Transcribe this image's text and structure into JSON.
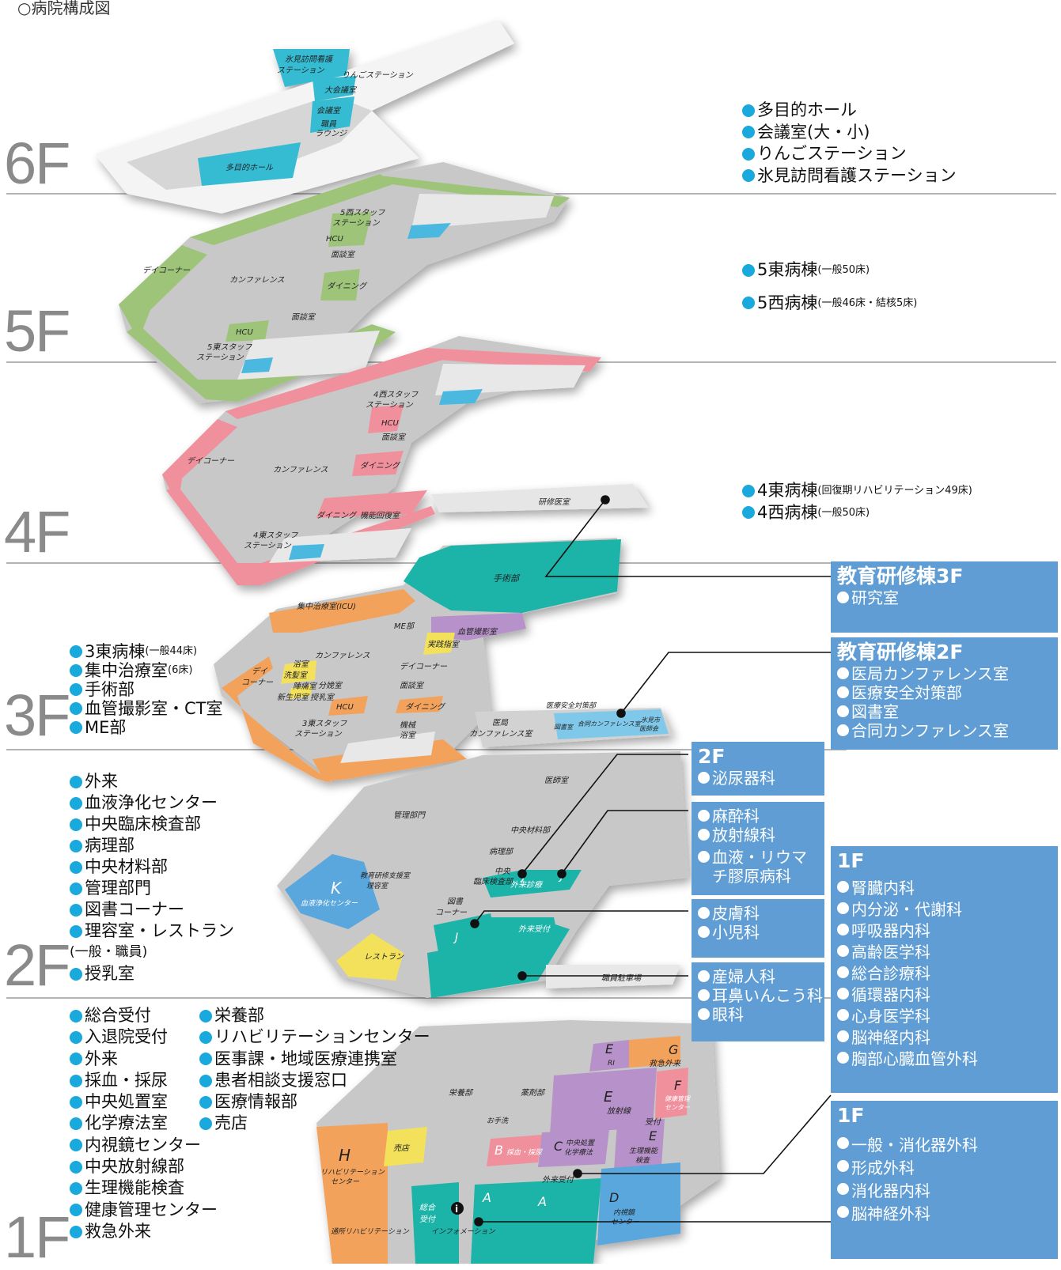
{
  "title": "○病院構成図",
  "floor_labels": {
    "f6": "6F",
    "f5": "5F",
    "f4": "4F",
    "f3": "3F",
    "f2": "2F",
    "f1": "1F"
  },
  "map_labels": {
    "f6_hikimi": "氷見訪問看護",
    "f6_hikimi2": "ステーション",
    "f6_ringo": "りんごステーション",
    "f6_daikaigi": "大会議室",
    "f6_kaigi": "会議室",
    "f6_lounge1": "職員",
    "f6_lounge2": "ラウンジ",
    "f6_hall": "多目的ホール",
    "f5_west_staff1": "5西スタッフ",
    "f5_west_staff2": "ステーション",
    "f5_hcu_top": "HCU",
    "f5_mendan": "面談室",
    "f5_day": "デイコーナー",
    "f5_conf": "カンファレンス",
    "f5_dining": "ダイニング",
    "f5_mendan2": "面談室",
    "f5_hcu": "HCU",
    "f5_east_staff1": "5東スタッフ",
    "f5_east_staff2": "ステーション",
    "f4_west_staff1": "4西スタッフ",
    "f4_west_staff2": "ステーション",
    "f4_hcu": "HCU",
    "f4_mendan": "面談室",
    "f4_day": "デイコーナー",
    "f4_conf": "カンファレンス",
    "f4_dining": "ダイニング",
    "f4_dining2": "ダイニング",
    "f4_kinou": "機能回復室",
    "f4_east_staff1": "4東スタッフ",
    "f4_east_staff2": "ステーション",
    "f4_kenshu": "研修医室",
    "f3_shujutsu": "手術部",
    "f3_icu": "集中治療室(ICU)",
    "f3_me": "ME部",
    "f3_kekkan": "血管撮影室",
    "f3_conf": "カンファレンス",
    "f3_yoku": "浴室",
    "f3_senmen": "洗髪室",
    "f3_day1": "デイ",
    "f3_day2": "コーナー",
    "f3_bunben": "分娩室",
    "f3_shinseiji": "新生児室",
    "f3_junyu": "授乳室",
    "f3_jintsuu": "陣痛室",
    "f3_jisshu": "実践指室",
    "f3_daycorner": "デイコーナー",
    "f3_mendan": "面談室",
    "f3_hcu": "HCU",
    "f3_dining": "ダイニング",
    "f3_staff1": "3東スタッフ",
    "f3_staff2": "ステーション",
    "f3_kikai1": "機械",
    "f3_kikai2": "浴室",
    "f3_anzen": "医療安全対策部",
    "f3_ikyoku1": "医局",
    "f3_ikyoku2": "カンファレンス室",
    "f3_tosho": "図書室",
    "f3_godo": "合同カンファレンス室",
    "f3_hikimi1": "氷見市",
    "f3_hikimi2": "医師会",
    "f2_ishi": "医師室",
    "f2_kanri": "管理部門",
    "f2_zairyo": "中央材料部",
    "f2_byouri": "病理部",
    "f2_kyoiku1": "教育研修支援室",
    "f2_kyoiku2": "理容室",
    "f2_rinsho1": "中央",
    "f2_rinsho2": "臨床検査部",
    "f2_k": "K",
    "f2_ketsueki": "血液浄化センター",
    "f2_tosho1": "図書",
    "f2_tosho2": "コーナー",
    "f2_gairai": "外来診療",
    "f2_gairai_j1": "J",
    "f2_gairai_j2": "J",
    "f2_gairai_j3": "J",
    "f2_uketsuke": "外来受付",
    "f2_restaurant": "レストラン",
    "f2_parking": "職員駐車場",
    "f1_e_top": "E",
    "f1_ri": "RI",
    "f1_g": "G",
    "f1_kyukyu": "救急外来",
    "f1_eiyou": "栄養部",
    "f1_yakuzai": "薬剤部",
    "f1_e_big": "E",
    "f1_houshasen": "放射線",
    "f1_uke": "受付",
    "f1_f": "F",
    "f1_kenko1": "健康管理",
    "f1_kenko2": "センター",
    "f1_otearai": "お手洗",
    "f1_b": "B",
    "f1_saiketsu": "採血・採尿",
    "f1_c": "C",
    "f1_chuo1": "中央処置",
    "f1_chuo2": "化学療法",
    "f1_e_small": "E",
    "f1_seiri1": "生理機能",
    "f1_seiri2": "検査",
    "f1_h": "H",
    "f1_riha1": "リハビリテーション",
    "f1_riha2": "センター",
    "f1_baiten": "売店",
    "f1_tsusho": "通所リハビリテーション",
    "f1_sogo1": "総合",
    "f1_sogo2": "受付",
    "f1_info": "インフォメーション",
    "f1_a1": "A",
    "f1_a2": "A",
    "f1_gairai_uke": "外来受付",
    "f1_d": "D",
    "f1_naishikyo1": "内視鏡",
    "f1_naishikyo2": "センター"
  },
  "lists": {
    "f6": [
      {
        "text": "多目的ホール"
      },
      {
        "text": "会議室(大・小)"
      },
      {
        "text": "りんごステーション"
      },
      {
        "text": "氷見訪問看護ステーション"
      }
    ],
    "f5": [
      {
        "text": "5東病棟",
        "note": "(一般50床)"
      },
      {
        "text": "5西病棟",
        "note": "(一般46床・結核5床)"
      }
    ],
    "f4": [
      {
        "text": "4東病棟",
        "note": "(回復期リハビリテーション49床)"
      },
      {
        "text": "4西病棟",
        "note": "(一般50床)"
      }
    ],
    "f3": [
      {
        "text": "3東病棟",
        "note": "(一般44床)"
      },
      {
        "text": "集中治療室",
        "note": "(6床)"
      },
      {
        "text": "手術部"
      },
      {
        "text": "血管撮影室・CT室"
      },
      {
        "text": "ME部"
      }
    ],
    "f2": [
      {
        "text": "外来"
      },
      {
        "text": "血液浄化センター"
      },
      {
        "text": "中央臨床検査部"
      },
      {
        "text": "病理部"
      },
      {
        "text": "中央材料部"
      },
      {
        "text": "管理部門"
      },
      {
        "text": "図書コーナー"
      },
      {
        "text": "理容室・レストラン"
      },
      {
        "text": "(一般・職員)",
        "nodot": true
      },
      {
        "text": "授乳室"
      }
    ],
    "f1a": [
      {
        "text": "総合受付"
      },
      {
        "text": "入退院受付"
      },
      {
        "text": "外来"
      },
      {
        "text": "採血・採尿"
      },
      {
        "text": "中央処置室"
      },
      {
        "text": "化学療法室"
      },
      {
        "text": "内視鏡センター"
      },
      {
        "text": "中央放射線部"
      },
      {
        "text": "生理機能検査"
      },
      {
        "text": "健康管理センター"
      },
      {
        "text": "救急外来"
      }
    ],
    "f1b": [
      {
        "text": "栄養部"
      },
      {
        "text": "リハビリテーションセンター"
      },
      {
        "text": "医事課・地域医療連携室"
      },
      {
        "text": "患者相談支援窓口"
      },
      {
        "text": "医療情報部"
      },
      {
        "text": "売店"
      }
    ]
  },
  "boxes": {
    "kyoiku3f": {
      "head": "教育研修棟3F",
      "items": [
        "研究室"
      ]
    },
    "kyoiku2f": {
      "head": "教育研修棟2F",
      "items": [
        "医局カンファレンス室",
        "医療安全対策部",
        "図書室",
        "合同カンファレンス室"
      ]
    },
    "b2f": {
      "head": "2F",
      "items": [
        "泌尿器科"
      ]
    },
    "b2f_a": {
      "items": [
        "麻酔科",
        "放射線科",
        "血液・リウマチ膠原病科"
      ]
    },
    "b2f_b": {
      "items": [
        "皮膚科",
        "小児科"
      ]
    },
    "b2f_c": {
      "items": [
        "産婦人科",
        "耳鼻いんこう科",
        "眼科"
      ]
    },
    "b1f_a": {
      "head": "1F",
      "items": [
        "腎臓内科",
        "内分泌・代謝科",
        "呼吸器内科",
        "高齢医学科",
        "総合診療科",
        "循環器内科",
        "心身医学科",
        "脳神経内科",
        "胸部心臓血管外科"
      ]
    },
    "b1f_b": {
      "head": "1F",
      "items": [
        "一般・消化器外科",
        "形成外科",
        "消化器内科",
        "脳神経外科"
      ]
    }
  },
  "colors": {
    "accent_dot": "#19a9dc",
    "box_blue": "#5f9dd4",
    "floor_grey": "#c9c9c9",
    "ward_green": "#9ec47a",
    "ward_pink": "#f0909c",
    "ward_orange": "#f3a25b",
    "teal": "#1db4a8",
    "cyan": "#35bcd3",
    "purple": "#b791c9",
    "yellow": "#f3e15b",
    "k_blue": "#5aa7dd"
  }
}
